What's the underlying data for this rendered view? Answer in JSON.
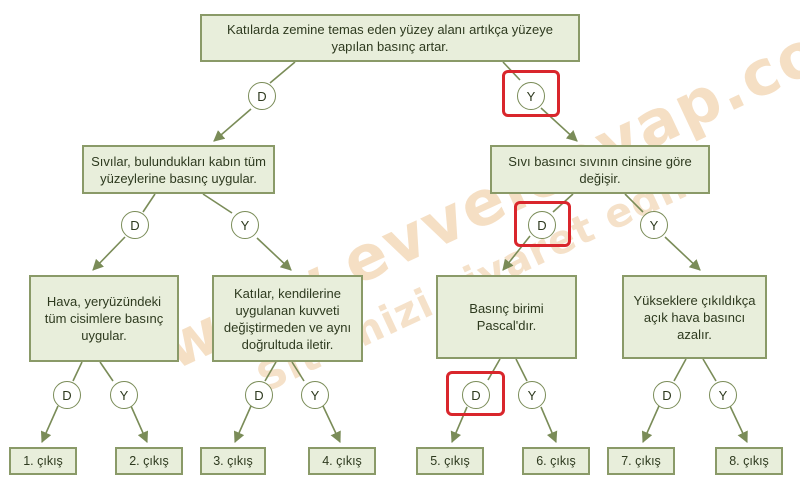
{
  "watermark": {
    "main": "www.evvelcevap.com",
    "sub": "Sitemizi ziyaret edin"
  },
  "statements": {
    "root": "Katılarda zemine temas eden yüzey alanı artıkça yüzeye yapılan basınç artar.",
    "left": "Sıvılar, bulundukları kabın tüm yüzeylerine basınç uygular.",
    "right": "Sıvı basıncı sıvının cinsine göre değişir.",
    "ll": "Hava, yeryüzündeki tüm cisimlere basınç uygular.",
    "lr": "Katılar, kendilerine uygulanan kuvveti değiştirmeden ve aynı doğrultuda iletir.",
    "rl": "Basınç birimi Pascal'dır.",
    "rr": "Yükseklere çıkıldıkça açık hava basıncı azalır."
  },
  "answers": {
    "true": "D",
    "false": "Y"
  },
  "outputs": [
    "1. çıkış",
    "2. çıkış",
    "3. çıkış",
    "4. çıkış",
    "5. çıkış",
    "6. çıkış",
    "7. çıkış",
    "8. çıkış"
  ],
  "colors": {
    "box_fill": "#e8eedb",
    "box_border": "#8a9a68",
    "line": "#7a8c58",
    "highlight": "#d9262c",
    "watermark": "#ecc494"
  }
}
